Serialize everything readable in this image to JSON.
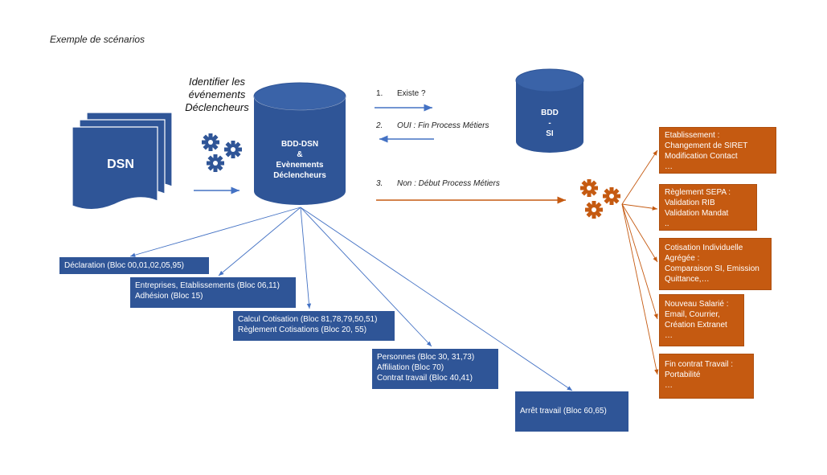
{
  "title": "Exemple de scénarios",
  "identifier": [
    "Identifier les",
    "événements",
    "Déclencheurs"
  ],
  "dsn_label": "DSN",
  "bdd_dsn": {
    "line1": "BDD-DSN",
    "line2": "&",
    "line3": "Evènements",
    "line4": "Déclencheurs"
  },
  "bdd_si": {
    "line1": "BDD",
    "line2": "-",
    "line3": "SI"
  },
  "steps": {
    "s1": {
      "num": "1.",
      "text": "Existe ?"
    },
    "s2": {
      "num": "2.",
      "text": "OUI : Fin Process Métiers"
    },
    "s3": {
      "num": "3.",
      "text": "Non : Début Process Métiers"
    }
  },
  "blocs": {
    "b1": [
      "Déclaration (Bloc 00,01,02,05,95)"
    ],
    "b2": [
      "Entreprises, Etablissements (Bloc 06,11)",
      "Adhésion (Bloc 15)"
    ],
    "b3": [
      "Calcul Cotisation (Bloc 81,78,79,50,51)",
      "Règlement Cotisations (Bloc 20, 55)"
    ],
    "b4": [
      "Personnes (Bloc 30, 31,73)",
      "Affiliation (Bloc 70)",
      "Contrat travail (Bloc 40,41)"
    ],
    "b5": [
      "Arrêt travail (Bloc 60,65)"
    ]
  },
  "events": {
    "e1": [
      "Etablissement :",
      "Changement de SIRET",
      "Modification Contact",
      "…"
    ],
    "e2": [
      "Règlement SEPA :",
      "Validation RIB",
      "Validation Mandat",
      ".."
    ],
    "e3": [
      "Cotisation Individuelle",
      "Agrégée  :",
      "Comparaison SI, Emission",
      "Quittance,…"
    ],
    "e4": [
      "Nouveau Salarié :",
      "Email, Courrier,",
      "Création Extranet",
      "…"
    ],
    "e5": [
      "Fin contrat Travail :",
      "Portabilité",
      "…"
    ]
  },
  "colors": {
    "blue": "#2f5597",
    "orange": "#c55a11",
    "arrow_blue": "#4472c4"
  },
  "icons": [
    "gears-icon",
    "gears-icon"
  ]
}
